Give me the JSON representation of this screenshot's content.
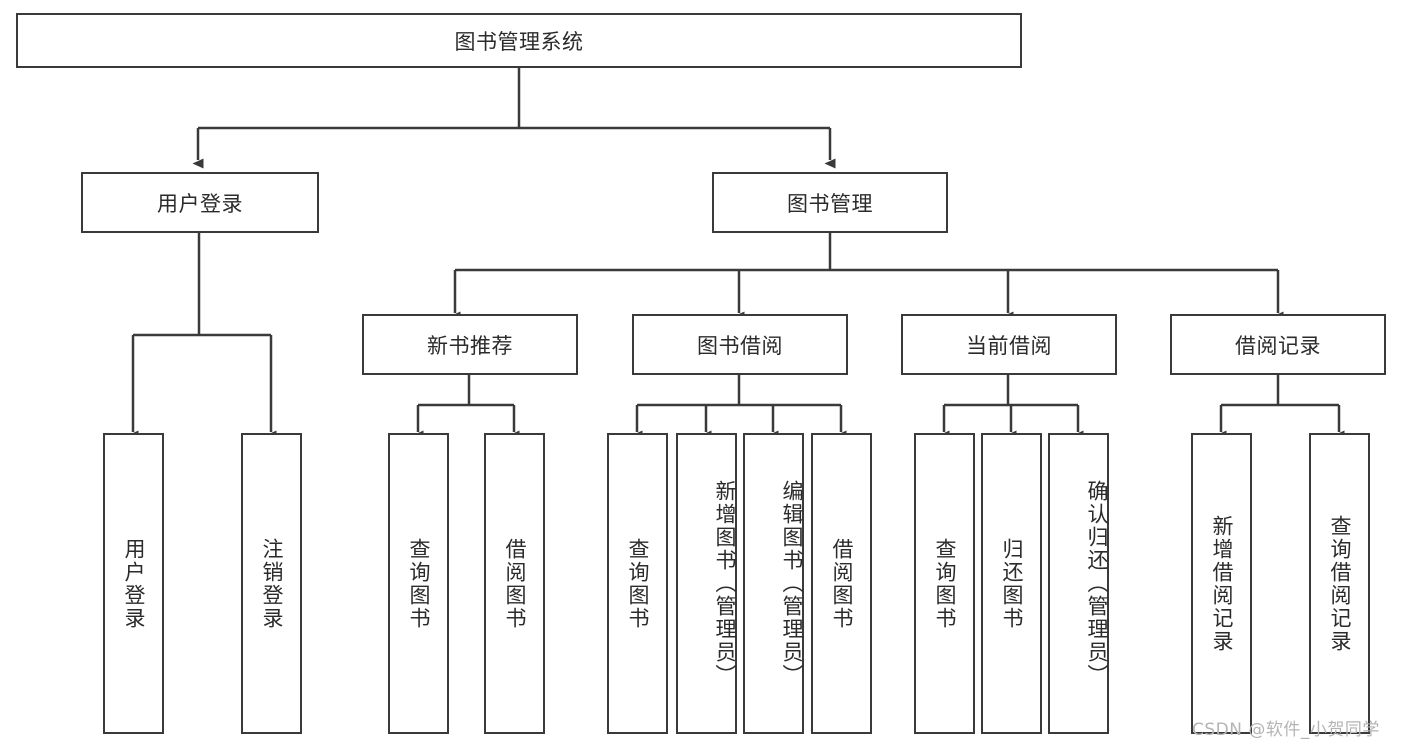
{
  "diagram": {
    "title": "图书管理系统",
    "type": "hierarchy-tree",
    "root": {
      "id": "root",
      "label": "图书管理系统"
    },
    "level2": [
      {
        "id": "user-login",
        "label": "用户登录"
      },
      {
        "id": "book-management",
        "label": "图书管理"
      }
    ],
    "level3": [
      {
        "id": "new-book-recommend",
        "label": "新书推荐",
        "parent": "book-management"
      },
      {
        "id": "book-borrow",
        "label": "图书借阅",
        "parent": "book-management"
      },
      {
        "id": "current-borrow",
        "label": "当前借阅",
        "parent": "book-management"
      },
      {
        "id": "borrow-record",
        "label": "借阅记录",
        "parent": "book-management"
      }
    ],
    "leaves": [
      {
        "id": "leaf-user-login",
        "label": "用户登录",
        "parent": "user-login"
      },
      {
        "id": "leaf-user-logout",
        "label": "注销登录",
        "parent": "user-login"
      },
      {
        "id": "leaf-query-book-1",
        "label": "查询图书",
        "parent": "new-book-recommend"
      },
      {
        "id": "leaf-borrow-book-1",
        "label": "借阅图书",
        "parent": "new-book-recommend"
      },
      {
        "id": "leaf-query-book-2",
        "label": "查询图书",
        "parent": "book-borrow"
      },
      {
        "id": "leaf-add-book",
        "label": "新增图书（管理员）",
        "parent": "book-borrow"
      },
      {
        "id": "leaf-edit-book",
        "label": "编辑图书（管理员）",
        "parent": "book-borrow"
      },
      {
        "id": "leaf-borrow-book-2",
        "label": "借阅图书",
        "parent": "book-borrow"
      },
      {
        "id": "leaf-query-book-3",
        "label": "查询图书",
        "parent": "current-borrow"
      },
      {
        "id": "leaf-return-book",
        "label": "归还图书",
        "parent": "current-borrow"
      },
      {
        "id": "leaf-confirm-return",
        "label": "确认归还（管理员）",
        "parent": "current-borrow"
      },
      {
        "id": "leaf-add-record",
        "label": "新增借阅记录",
        "parent": "borrow-record"
      },
      {
        "id": "leaf-query-record",
        "label": "查询借阅记录",
        "parent": "borrow-record"
      }
    ],
    "colors": {
      "border": "#3a3a3a",
      "text": "#2b2b2b",
      "background": "#ffffff",
      "watermark": "#b4b4b4"
    }
  },
  "watermark": {
    "text": "CSDN @软件_小贺同学"
  }
}
